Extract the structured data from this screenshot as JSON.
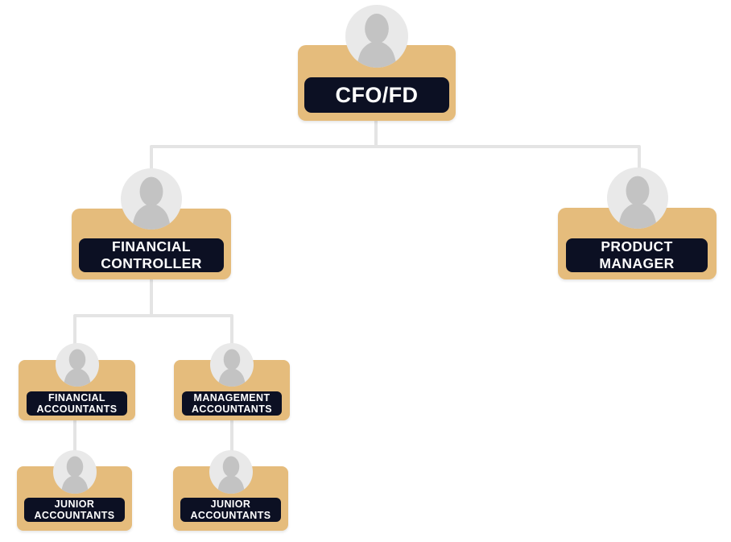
{
  "diagram": {
    "type": "org-chart",
    "nodes": {
      "cfo": {
        "label": "CFO/FD"
      },
      "financial_controller": {
        "label": "FINANCIAL CONTROLLER"
      },
      "product_manager": {
        "label": "PRODUCT MANAGER"
      },
      "financial_accountants": {
        "label": "FINANCIAL ACCOUNTANTS"
      },
      "management_accountants": {
        "label": "MANAGEMENT ACCOUNTANTS"
      },
      "junior_accountants_left": {
        "label": "JUNIOR ACCOUNTANTS"
      },
      "junior_accountants_right": {
        "label": "JUNIOR ACCOUNTANTS"
      }
    },
    "hierarchy": [
      {
        "from": "CFO/FD",
        "to": "FINANCIAL CONTROLLER"
      },
      {
        "from": "CFO/FD",
        "to": "PRODUCT MANAGER"
      },
      {
        "from": "FINANCIAL CONTROLLER",
        "to": "FINANCIAL ACCOUNTANTS"
      },
      {
        "from": "FINANCIAL CONTROLLER",
        "to": "MANAGEMENT ACCOUNTANTS"
      },
      {
        "from": "FINANCIAL ACCOUNTANTS",
        "to": "JUNIOR ACCOUNTANTS"
      },
      {
        "from": "MANAGEMENT ACCOUNTANTS",
        "to": "JUNIOR ACCOUNTANTS"
      }
    ],
    "colors": {
      "card": "#E5BC7C",
      "label_bg": "#0C1023",
      "label_text": "#FFFFFF",
      "avatar_bg": "#E9E9E9",
      "avatar_silhouette": "#C3C3C3",
      "connector": "#E4E4E4",
      "background": "#FFFFFF"
    }
  }
}
